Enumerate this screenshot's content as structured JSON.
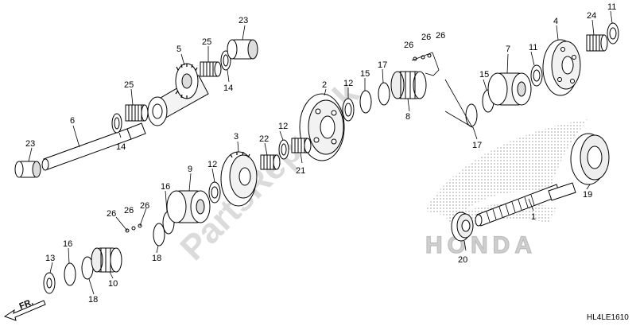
{
  "diagram": {
    "drawing_code": "HL4LE1610",
    "direction_label": "FR.",
    "watermark_text": "PartsRepublik",
    "brand_text": "HONDA",
    "callouts": {
      "c1": "1",
      "c2": "2",
      "c3": "3",
      "c4": "4",
      "c5": "5",
      "c6": "6",
      "c7": "7",
      "c8": "8",
      "c9": "9",
      "c10": "10",
      "c11a": "11",
      "c11b": "11",
      "c12a": "12",
      "c12b": "12",
      "c12c": "12",
      "c13": "13",
      "c14a": "14",
      "c14b": "14",
      "c15a": "15",
      "c15b": "15",
      "c16a": "16",
      "c16b": "16",
      "c17a": "17",
      "c17b": "17",
      "c18a": "18",
      "c18b": "18",
      "c19": "19",
      "c20": "20",
      "c21": "21",
      "c22": "22",
      "c23a": "23",
      "c23b": "23",
      "c24": "24",
      "c25a": "25",
      "c25b": "25",
      "c26a": "26",
      "c26b": "26",
      "c26c": "26",
      "c26d": "26",
      "c26e": "26",
      "c26f": "26"
    }
  }
}
